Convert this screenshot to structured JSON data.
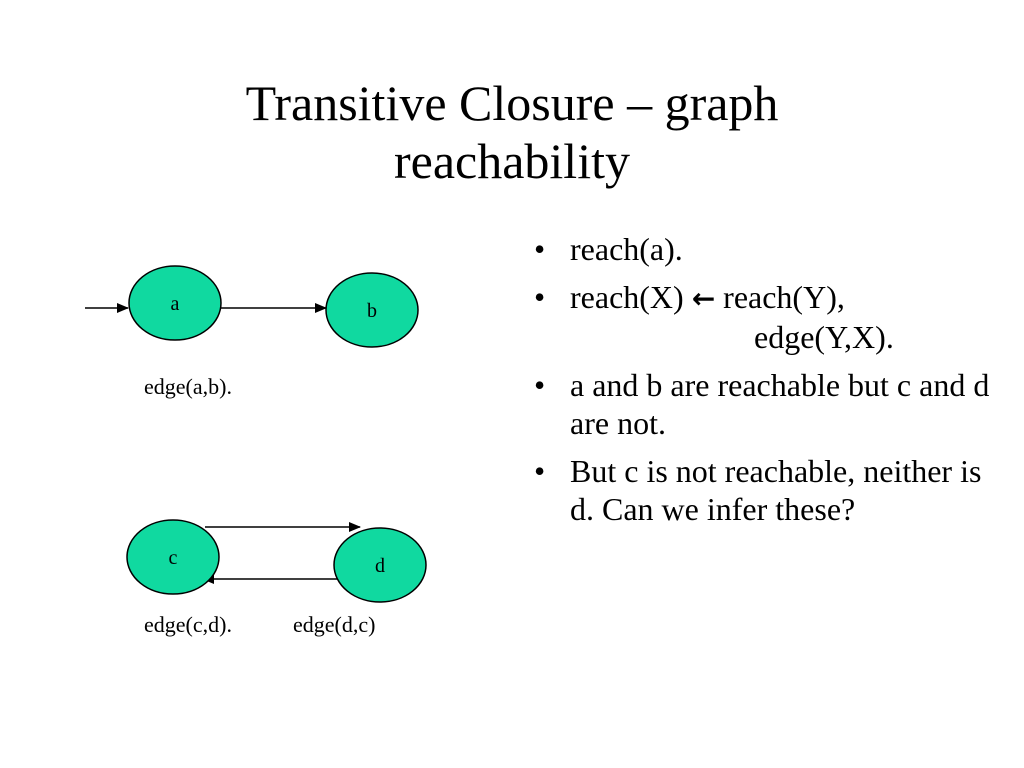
{
  "slide": {
    "title_line1": "Transitive Closure – graph",
    "title_line2": "reachability"
  },
  "graph_top": {
    "node_a": "a",
    "node_b": "b",
    "label": "edge(a,b)."
  },
  "graph_bottom": {
    "node_c": "c",
    "node_d": "d",
    "label_cd": "edge(c,d).",
    "label_dc": "edge(d,c)"
  },
  "colors": {
    "node_fill": "#10d9a0",
    "stroke": "#000000"
  },
  "bullets": {
    "b1": "reach(a).",
    "b2_head": "reach(X)",
    "b2_arrow": "←",
    "b2_tail": "reach(Y),",
    "b2_cont": "edge(Y,X).",
    "b3": "a and b are reachable but c and d are not.",
    "b4": "But c is not reachable, neither is d. Can we infer these?"
  }
}
